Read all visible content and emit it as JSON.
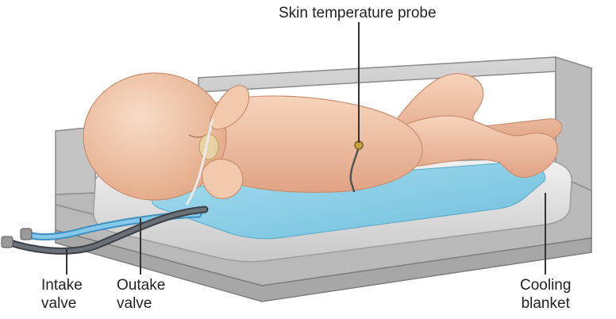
{
  "labels": {
    "probe": "Skin temperature probe",
    "intake": [
      "Intake",
      "valve"
    ],
    "outake": [
      "Outake",
      "valve"
    ],
    "blanket": [
      "Cooling",
      "blanket"
    ]
  },
  "colors": {
    "tray_frame": "#c9c9c9",
    "tray_shadow": "#9a9a9a",
    "mattress": "#e2e2e2",
    "blanket": "#8fd0e8",
    "skin": "#f2c3a3",
    "skin_shade": "#d99b7a",
    "blue_hose": "#6ab4dc",
    "gray_hose": "#555a60",
    "probe": "#c8a040"
  }
}
